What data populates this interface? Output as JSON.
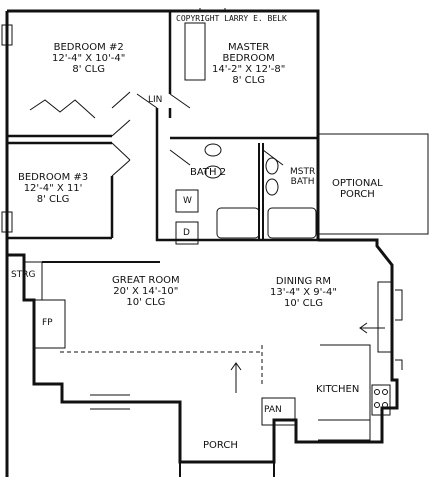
{
  "copyright": "COPYRIGHT LARRY E. BELK",
  "rooms": {
    "bedroom2": {
      "name": "BEDROOM #2",
      "size": "12'-4\" X 10'-4\"",
      "ceiling": "8' CLG"
    },
    "master": {
      "name": "MASTER",
      "name2": "BEDROOM",
      "size": "14'-2\" X 12'-8\"",
      "ceiling": "8' CLG"
    },
    "bedroom3": {
      "name": "BEDROOM #3",
      "size": "12'-4\" X 11'",
      "ceiling": "8' CLG"
    },
    "great": {
      "name": "GREAT ROOM",
      "size": "20' X 14'-10\"",
      "ceiling": "10' CLG"
    },
    "dining": {
      "name": "DINING RM",
      "size": "13'-4\" X 9'-4\"",
      "ceiling": "10' CLG"
    }
  },
  "labels": {
    "lin": "LIN",
    "bath2": "BATH 2",
    "mstr": "MSTR",
    "bath": "BATH",
    "washer": "W",
    "dryer": "D",
    "strg": "STRG",
    "fp": "FP",
    "kitchen": "KITCHEN",
    "pan": "PAN",
    "porch": "PORCH",
    "optional": "OPTIONAL",
    "optional_porch": "PORCH"
  }
}
